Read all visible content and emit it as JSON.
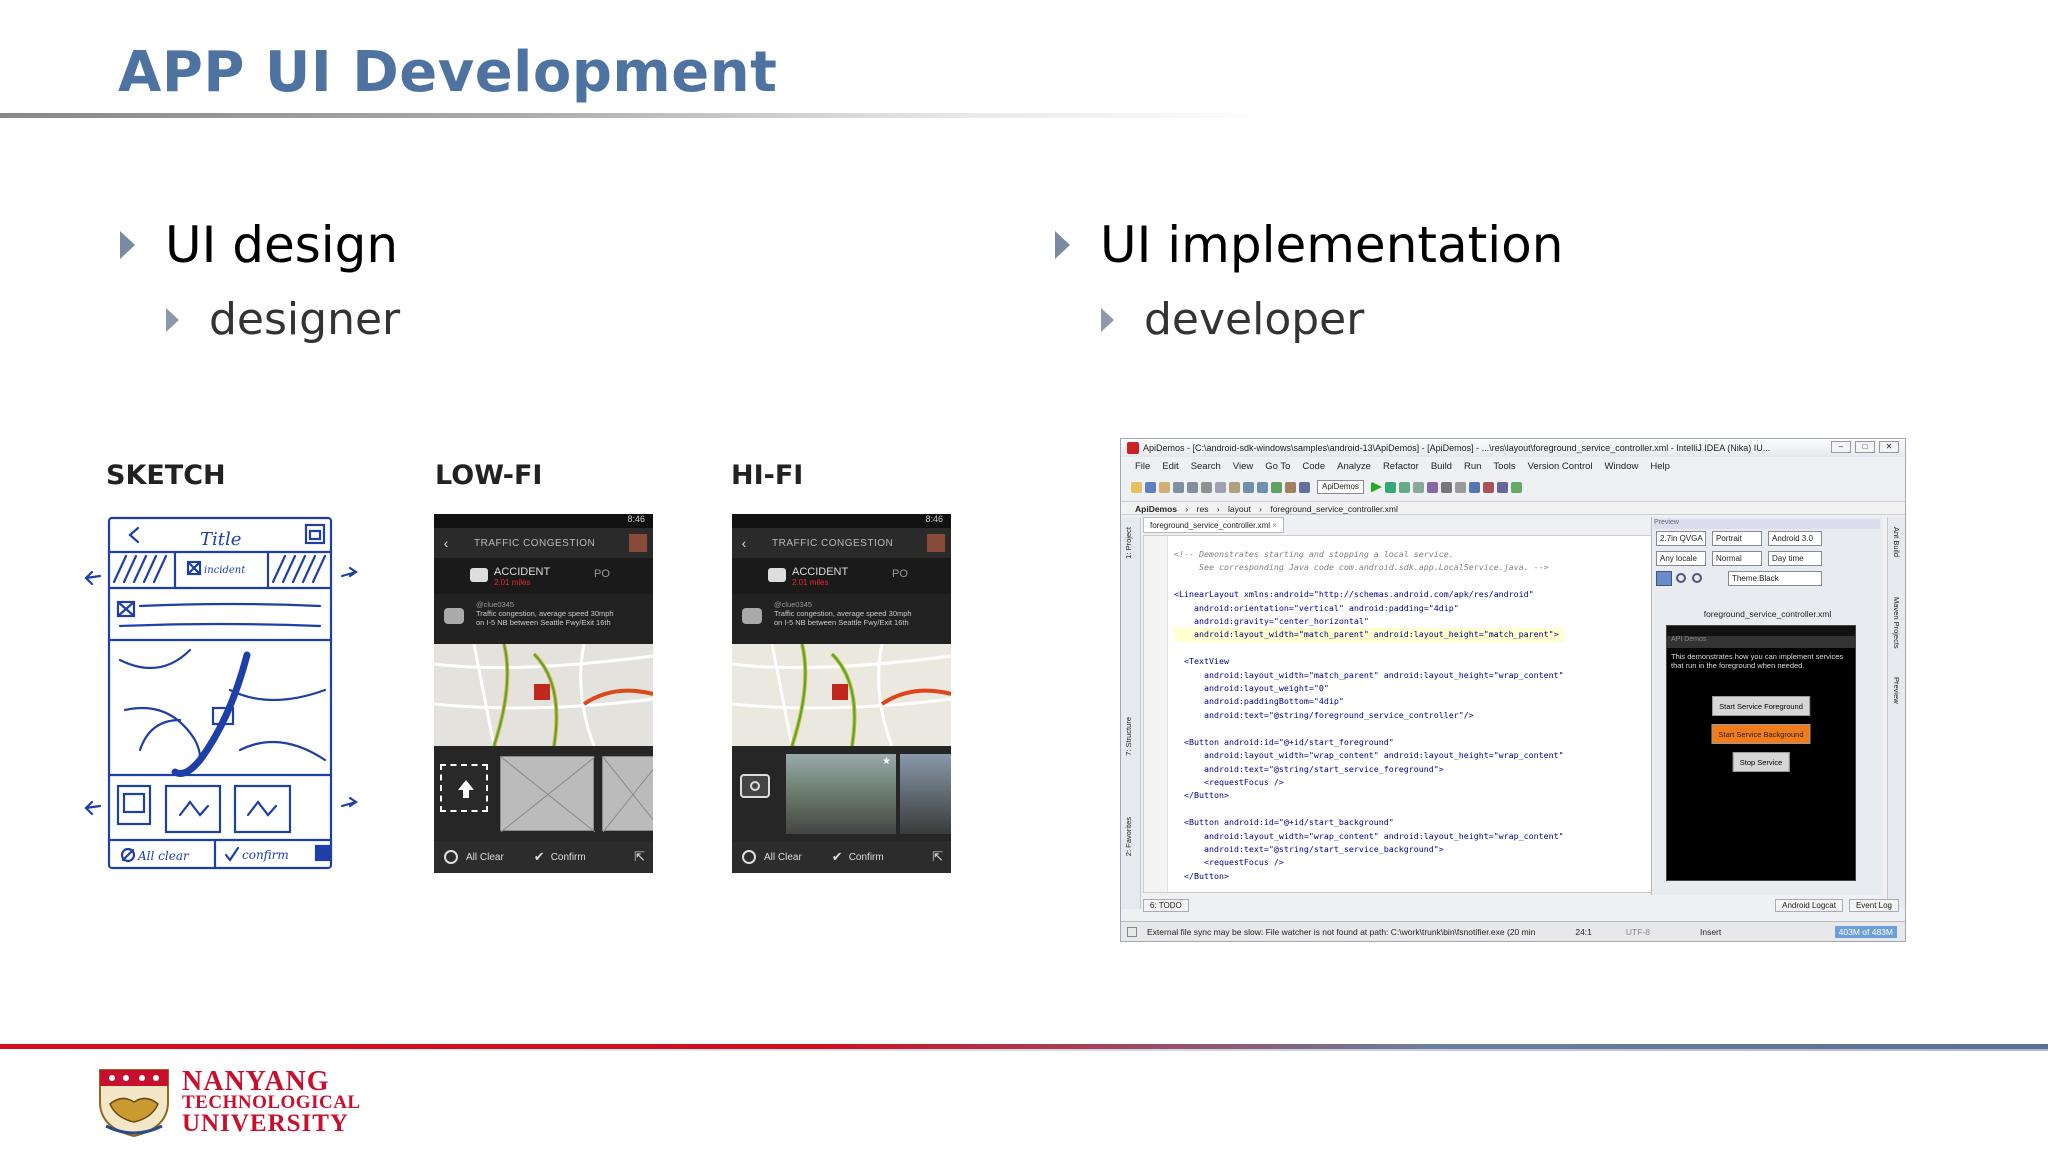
{
  "slide": {
    "title": "APP UI Development",
    "left_bullet": "UI design",
    "left_sub": "designer",
    "right_bullet": "UI implementation",
    "right_sub": "developer"
  },
  "mockups": {
    "sketch_label": "SKETCH",
    "lowfi_label": "LOW-FI",
    "hifi_label": "HI-FI",
    "sketch": {
      "title": "Title",
      "incident": "incident",
      "all_clear": "All clear",
      "confirm": "confirm"
    },
    "phone": {
      "header": "TRAFFIC CONGESTION",
      "tab": "ACCIDENT",
      "tab_sub": "2.01 miles",
      "tab2": "PO",
      "info_user": "@clue0345",
      "info_line1": "Traffic congestion, average speed 30mph",
      "info_line2": "on I-5 NB between Seattle Fwy/Exit 16th",
      "all_clear": "All Clear",
      "confirm": "Confirm",
      "time": "8:46"
    }
  },
  "ide": {
    "title": "ApiDemos - [C:\\android-sdk-windows\\samples\\android-13\\ApiDemos] - [ApiDemos] - ...\\res\\layout\\foreground_service_controller.xml - IntelliJ IDEA (Nika) IU...",
    "menus": [
      "File",
      "Edit",
      "Search",
      "View",
      "Go To",
      "Code",
      "Analyze",
      "Refactor",
      "Build",
      "Run",
      "Tools",
      "Version Control",
      "Window",
      "Help"
    ],
    "run_config": "ApiDemos",
    "breadcrumbs": [
      "ApiDemos",
      "res",
      "layout",
      "foreground_service_controller.xml"
    ],
    "file_tab": "foreground_service_controller.xml",
    "side_left": [
      "1: Project",
      "7: Structure",
      "2: Favorites"
    ],
    "side_right": [
      "Ant Build",
      "Maven Projects",
      "Preview"
    ],
    "code": [
      "<!-- Demonstrates starting and stopping a local service.",
      "     See corresponding Java code com.android.sdk.app.LocalService.java. -->",
      "",
      "<LinearLayout xmlns:android=\"http://schemas.android.com/apk/res/android\"",
      "    android:orientation=\"vertical\" android:padding=\"4dip\"",
      "    android:gravity=\"center_horizontal\"",
      "    android:layout_width=\"match_parent\" android:layout_height=\"match_parent\">",
      "",
      "  <TextView",
      "      android:layout_width=\"match_parent\" android:layout_height=\"wrap_content\"",
      "      android:layout_weight=\"0\"",
      "      android:paddingBottom=\"4dip\"",
      "      android:text=\"@string/foreground_service_controller\"/>",
      "",
      "  <Button android:id=\"@+id/start_foreground\"",
      "      android:layout_width=\"wrap_content\" android:layout_height=\"wrap_content\"",
      "      android:text=\"@string/start_service_foreground\">",
      "      <requestFocus />",
      "  </Button>",
      "",
      "  <Button android:id=\"@+id/start_background\"",
      "      android:layout_width=\"wrap_content\" android:layout_height=\"wrap_content\"",
      "      android:text=\"@string/start_service_background\">",
      "      <requestFocus />",
      "  </Button>"
    ],
    "preview": {
      "header": "Preview",
      "device": "2.7in QVGA",
      "orientation": "Portrait",
      "api": "Android 3.0",
      "locale": "Any locale",
      "mode": "Normal",
      "time": "Day time",
      "theme": "Theme.Black",
      "file": "foreground_service_controller.xml",
      "screen_title": "API Demos",
      "screen_text": "This demonstrates how you can implement services that run in the foreground when needed.",
      "btn1": "Start Service Foreground",
      "btn2": "Start Service Background",
      "btn3": "Stop Service"
    },
    "bottom_tabs": [
      "6: TODO",
      "Android Logcat",
      "Event Log"
    ],
    "status": {
      "message": "External file sync may be slow: File watcher is not found at path: C:\\work\\trunk\\bin\\fsnotifier.exe (20 min",
      "position": "24:1",
      "encoding": "UTF-8",
      "mode": "Insert",
      "memory": "403M of 483M"
    }
  },
  "footer": {
    "logo_line1": "NANYANG",
    "logo_line2": "TECHNOLOGICAL",
    "logo_line3": "UNIVERSITY"
  },
  "colors": {
    "title": "#4f73a0",
    "bullet": "#7a8aa0",
    "footer_red": "#d10f1f",
    "footer_blue": "#5a6f96",
    "orange_button": "#f27c1a"
  }
}
